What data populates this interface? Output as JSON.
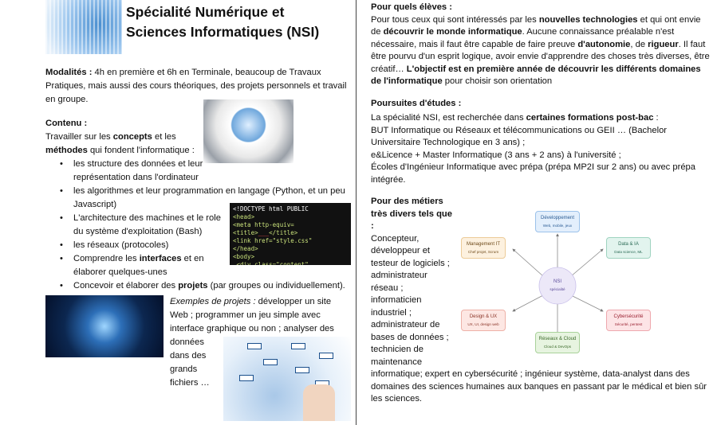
{
  "header": {
    "title": "Spécialité Numérique et Sciences Informatiques (NSI)"
  },
  "modalites": {
    "label": "Modalités :",
    "text": " 4h en première et 6h en Terminale, beaucoup de Travaux Pratiques, mais aussi des cours théoriques, des projets personnels et travail en groupe."
  },
  "contenu": {
    "label": "Contenu :",
    "intro_a": "Travailler sur les ",
    "intro_b": "concepts",
    "intro_c": " et les",
    "intro_d": "méthodes",
    "intro_e": " qui fondent l'informatique :",
    "bullets": [
      "les structure des données et leur représentation dans l'ordinateur",
      "les algorithmes et leur programmation en langage   (Python, et un peu Javascript)",
      "L'architecture des machines et le role du système d'exploitation (Bash)",
      "les réseaux (protocoles)"
    ],
    "b5a": "Comprendre les ",
    "b5b": "interfaces",
    "b5c": " et en élaborer quelques-unes",
    "b6a": "Concevoir et élaborer des ",
    "b6b": "projets",
    "b6c": " (par groupes ou individuellement).",
    "examples_label": "Exemples de projets :",
    "examples_text": " développer un site Web ; programmer un jeu simple avec interface graphique ou non ; analyser des données dans des grands fichiers …"
  },
  "eleves": {
    "label": "Pour quels élèves :",
    "p1": "Pour tous ceux qui sont intéressés par les ",
    "p2": "nouvelles technologies",
    "p3": " et qui ont envie de ",
    "p4": "découvrir le monde informatique",
    "p5": ". Aucune connaissance préalable n'est nécessaire, mais il faut être capable de faire preuve ",
    "p6": "d'autonomie",
    "p7": ", de ",
    "p8": "rigueur",
    "p9": ". Il faut être pourvu d'un esprit logique, avoir envie d'apprendre des choses très diverses, être créatif… ",
    "p10": "L'objectif est en première année de découvrir les différents domaines de l'informatique",
    "p11": " pour choisir son orientation"
  },
  "poursuites": {
    "label": "Poursuites d'études :",
    "p1": "La spécialité NSI, est recherchée dans ",
    "p2": "certaines formations post-bac",
    "p3": " :",
    "lines": [
      "BUT Informatique ou Réseaux et télécommunications ou GEII …  (Bachelor Universitaire Technologique en 3 ans) ;",
      "e&Licence + Master Informatique (3 ans + 2 ans) à l'université ;",
      "Écoles d'Ingénieur Informatique avec prépa (prépa MP2I sur 2 ans) ou avec prépa intégrée."
    ]
  },
  "metiers": {
    "label": "Pour des métiers très divers tels que :",
    "text1": "Concepteur, développeur et testeur de logiciels ; administrateur réseau ; informaticien industriel ; administrateur de bases de données ; technicien de",
    "text2": "maintenance informatique; expert en cybersécurité ; ingénieur système, data-analyst dans des domaines des sciences humaines aux banques en passant par le médical et bien sûr les sciences."
  },
  "diagram": {
    "center": {
      "title": "NSI",
      "sub": "spécialité"
    },
    "nodes": [
      {
        "title": "Développement",
        "sub": "Web, mobile, jeux",
        "color": "#e3effc",
        "border": "#9cc2ea",
        "text": "#2b5c94"
      },
      {
        "title": "Management IT",
        "sub": "Chef projet, Scrum",
        "color": "#fdf1df",
        "border": "#eccb98",
        "text": "#6e4a1a"
      },
      {
        "title": "Data & IA",
        "sub": "Data science, ML",
        "color": "#e2f4ee",
        "border": "#9fd3c0",
        "text": "#2a6a55"
      },
      {
        "title": "Design & UX",
        "sub": "UX, UI, design web",
        "color": "#fde7e3",
        "border": "#eeb1a7",
        "text": "#8a3326"
      },
      {
        "title": "Cybersécurité",
        "sub": "Sécurité, pentest",
        "color": "#fde4e6",
        "border": "#eea8ae",
        "text": "#9a2030"
      },
      {
        "title": "Réseaux & Cloud",
        "sub": "Cloud & DevOps",
        "color": "#e7f4e0",
        "border": "#a9d29a",
        "text": "#3b6a2a"
      }
    ]
  }
}
